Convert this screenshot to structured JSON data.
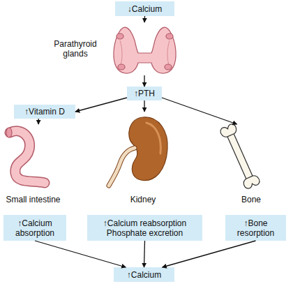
{
  "diagram": {
    "nodes": [
      {
        "text": [
          "↓Calcium"
        ]
      },
      {
        "text": [
          "Parathyroid glands"
        ]
      },
      {
        "text": [
          "↑PTH"
        ]
      },
      {
        "text": [
          "↑Vitamin D"
        ]
      },
      {
        "text": [
          "Small intestine"
        ]
      },
      {
        "text": [
          "Kidney"
        ]
      },
      {
        "text": [
          "Bone"
        ]
      },
      {
        "text": [
          "↑Calcium absorption"
        ]
      },
      {
        "text": [
          "↑Calcium reabsorption Phosphate excretion"
        ]
      },
      {
        "text": [
          "↑Bone resorption"
        ]
      },
      {
        "text": [
          "↑Calcium"
        ]
      }
    ],
    "edges": [
      {
        "from": 0,
        "to": 1,
        "arrow": "to"
      },
      {
        "from": 1,
        "to": 2,
        "arrow": "to"
      },
      {
        "from": 2,
        "to": 3,
        "arrow": "to"
      },
      {
        "from": 2,
        "to": 5,
        "arrow": "to"
      },
      {
        "from": 2,
        "to": 6,
        "arrow": "to"
      },
      {
        "from": 3,
        "to": 4,
        "arrow": "to"
      },
      {
        "from": 7,
        "to": 10,
        "arrow": "to"
      },
      {
        "from": 8,
        "to": 10,
        "arrow": "to"
      },
      {
        "from": 9,
        "to": 10,
        "arrow": "to"
      }
    ]
  }
}
